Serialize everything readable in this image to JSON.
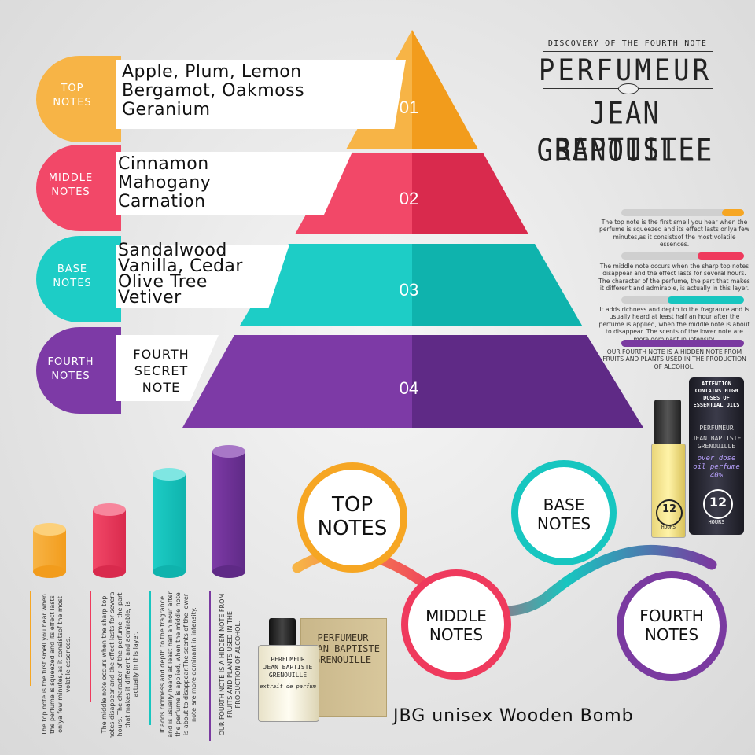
{
  "colors": {
    "top": "#f6a623",
    "middle": "#ef3a5d",
    "base": "#17c6c0",
    "fourth": "#7a3aa0"
  },
  "tiers": [
    {
      "num": "01",
      "label_line1": "TOP",
      "label_line2": "NOTES",
      "notes": [
        "Apple, Plum, Lemon",
        "Bergamot, Oakmoss",
        "Geranium"
      ]
    },
    {
      "num": "02",
      "label_line1": "MIDDLE",
      "label_line2": "NOTES",
      "notes": [
        "Cinnamon",
        "Mahogany",
        "Carnation"
      ]
    },
    {
      "num": "03",
      "label_line1": "BASE",
      "label_line2": "NOTES",
      "notes": [
        "Sandalwood",
        "Vanilla, Cedar",
        "Olive Tree",
        "Vetiver"
      ]
    },
    {
      "num": "04",
      "label_line1": "FOURTH",
      "label_line2": "NOTES",
      "notes": [
        "FOURTH",
        "SECRET",
        "NOTE"
      ]
    }
  ],
  "brand": {
    "tagline": "DISCOVERY OF THE FOURTH NOTE",
    "name": "PERFUMEUR",
    "person_line1": "JEAN BAPTISTE",
    "person_line2": "GRENOUILLE"
  },
  "descriptions": [
    {
      "text": "The top note is the first smell you hear when the perfume is squeezed and its effect lasts onlya few minutes,as it consistsof the most volatile essences.",
      "level": 0.18
    },
    {
      "text": "The middle note occurs when the sharp top notes disappear and the effect lasts for several hours. The character of the perfume, the part that makes it different and admirable, is actually in this layer.",
      "level": 0.38
    },
    {
      "text": "It adds richness and depth to the fragrance and is usually heard at least half an hour after the perfume is applied, when the middle note is about to disappear. The scents of the lower note are more dominant in intensity.",
      "level": 0.62
    },
    {
      "text": "OUR FOURTH NOTE IS A HIDDEN NOTE FROM FRUITS AND PLANTS USED IN THE PRODUCTION OF ALCOHOL.",
      "level": 1.0
    }
  ],
  "vertical_descriptions": [
    "The top note is the first smell you hear when the perfume is squeezed and its effect lasts onlya few minutes,as it consistsof the most volatile essences.",
    "The middle note occurs when the sharp top notes disappear and the effect lasts for several hours. The character of the perfume, the part that makes it different and admirable, is actually in this layer.",
    "It adds richness and depth to the fragrance and is usually heard at least half an hour after the perfume is applied, when the middle note is about to disappear.The scents of the lower note are more dominant in intensity.",
    "OUR FOURTH NOTE IS A HIDDEN NOTE FROM FRUITS AND PLANTS USED IN THE PRODUCTION OF ALCOHOL."
  ],
  "circles": [
    {
      "line1": "TOP",
      "line2": "NOTES"
    },
    {
      "line1": "BASE",
      "line2": "NOTES"
    },
    {
      "line1": "MIDDLE",
      "line2": "NOTES"
    },
    {
      "line1": "FOURTH",
      "line2": "NOTES"
    }
  ],
  "bottles": {
    "tall_warning": "ATTENTION CONTAINS HIGH DOSES OF ESSENTIAL OILS",
    "tall_brand": "PERFUMEUR",
    "tall_name": "JEAN BAPTISTE GRENOUILLE",
    "tall_type": "over dose oil perfume 40%",
    "tall_hours": "12",
    "tall_hours_label": "HOURS",
    "small_hours": "12",
    "small_hours_label": "HOURS",
    "box_brand": "PERFUMEUR",
    "box_name": "JEAN BAPTISTE GRENOUILLE",
    "box_type": "extrait de parfum"
  },
  "product_name": "JBG unisex Wooden Bomb"
}
